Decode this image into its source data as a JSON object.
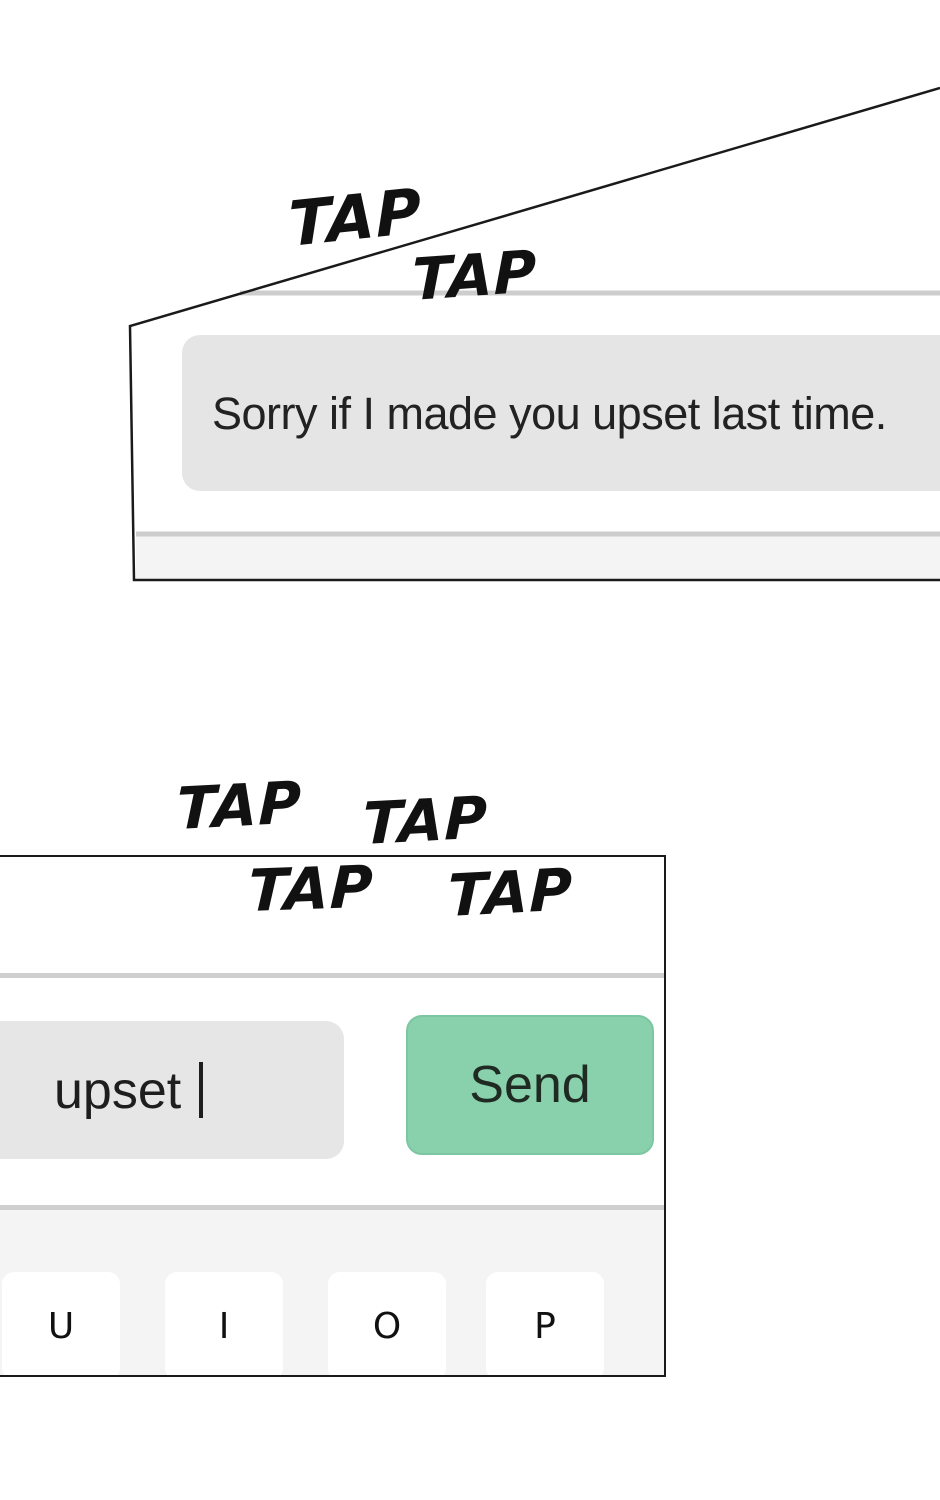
{
  "panel1": {
    "message": "Sorry if I made you upset last time."
  },
  "sfx": [
    "TAP",
    "TAP",
    "TAP",
    "TAP",
    "TAP",
    "TAP"
  ],
  "panel2": {
    "input_value": "upset",
    "send_label": "Send",
    "keys": [
      "U",
      "I",
      "O",
      "P"
    ]
  },
  "colors": {
    "bubble": "#e5e5e5",
    "send_button": "#88d1ac",
    "keyboard_bg": "#f4f4f4",
    "ink": "#111111"
  }
}
